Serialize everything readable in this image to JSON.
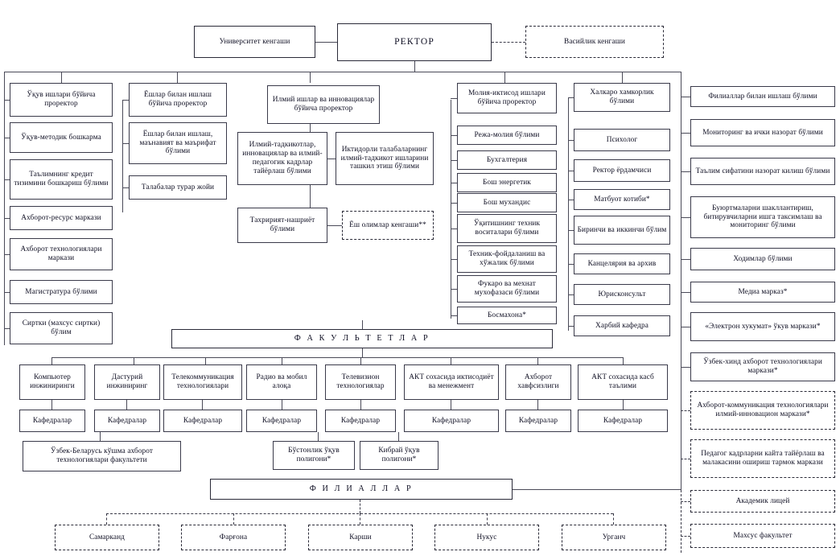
{
  "meta": {
    "title": "Университет тузилмаси"
  },
  "top": {
    "council": "Университет кенгаши",
    "rector": "РЕКТОР",
    "trustee": "Васийлик кенгаши"
  },
  "columns": {
    "academic": {
      "head": "Ўқув ишлари бўйича проректор",
      "items": [
        "Ўқув-методик бошкарма",
        "Таълимнинг кредит тизимини бошкариш бўлими",
        "Ахборот-ресурс маркази",
        "Ахборот технологиялари маркази",
        "Магистратура бўлими",
        "Сиртки (махсус сиртки) бўлим"
      ]
    },
    "youth": {
      "head": "Ёшлар билан ишлаш бўйича проректор",
      "items": [
        "Ёшлар билан ишлаш, маънавият ва маърифат бўлими",
        "Талабалар турар жойи"
      ]
    },
    "science": {
      "head": "Илмий ишлар ва инновациялар бўйича проректор",
      "left": [
        "Илмий-тадкикотлар, инновациялар ва илмий-педагогик кадрлар тайёрлаш бўлими",
        "Тахририят-нашриёт бўлими"
      ],
      "right": [
        "Иктидорли талабаларнинг илмий-тадкикот ишларини ташкил этиш бўлими"
      ],
      "dashed": "Ёш олимлар кенгаши**"
    },
    "finance": {
      "head": "Молия-иктисод ишлари бўйича проректор",
      "items": [
        "Режа-молия бўлими",
        "Бухгалтерия",
        "Бош энергетик",
        "Бош мухандис",
        "Ўқитишнинг техник воситалари бўлими",
        "Техник-фойдаланиш ва хўжалик бўлими",
        "Фукаро ва мехнат мухофазаси бўлими",
        "Босмахона*"
      ]
    },
    "rector_direct": {
      "items": [
        "Халкаро хамкорлик бўлими",
        "Психолог",
        "Ректор ёрдамчиси",
        "Матбуот котиби*",
        "Биринчи ва иккинчи бўлим",
        "Канцелярия ва архив",
        "Юрисконсульт",
        "Харбий кафедра"
      ]
    },
    "right_side": {
      "solid": [
        "Филиаллар билан ишлаш бўлими",
        "Мониторинг ва ички назорат бўлими",
        "Таълим сифатини назорат килиш бўлими",
        "Буюртмаларни шакллантириш, битирувчиларни ишга таксимлаш ва мониторинг бўлими",
        "Ходимлар бўлими",
        "Медиа марказ*",
        "«Электрон хукумат» ўкув маркази*",
        "Ўзбек-хинд ахборот технологиялари маркази*"
      ],
      "dashed": [
        "Ахборот-коммуникация технологиялари илмий-инновацион маркази*",
        "Педагог кадрларни кайта тайёрлаш ва малакасини ошириш тармок маркази",
        "Академик лицей",
        "Махсус факультет"
      ]
    }
  },
  "faculties": {
    "banner": "Ф А К У Л Ь Т Е Т Л А Р",
    "department_label": "Кафедралар",
    "items": [
      "Компьютер инжиниринги",
      "Дастурий инжиниринг",
      "Телекоммуникация технологиялари",
      "Радио ва мобил алоқа",
      "Телевизион технологиялар",
      "АКТ сохасида иктисодиёт ва менежмент",
      "Ахборот хавфсизлиги",
      "АКТ сохасида касб таълими"
    ],
    "joint": "Ўзбек-Беларусь кўшма ахборот технологиялари факультети",
    "polygons": [
      "Бўстонлик ўқув полигони*",
      "Кибрай ўқув полигони*"
    ]
  },
  "branches": {
    "banner": "Ф И Л И А Л Л А Р",
    "items": [
      "Самарканд",
      "Фарғона",
      "Карши",
      "Нукус",
      "Урганч"
    ]
  },
  "colors": {
    "line": "#4a4a58",
    "border": "#3a3a4a",
    "text": "#0f0f23",
    "background": "#ffffff"
  }
}
